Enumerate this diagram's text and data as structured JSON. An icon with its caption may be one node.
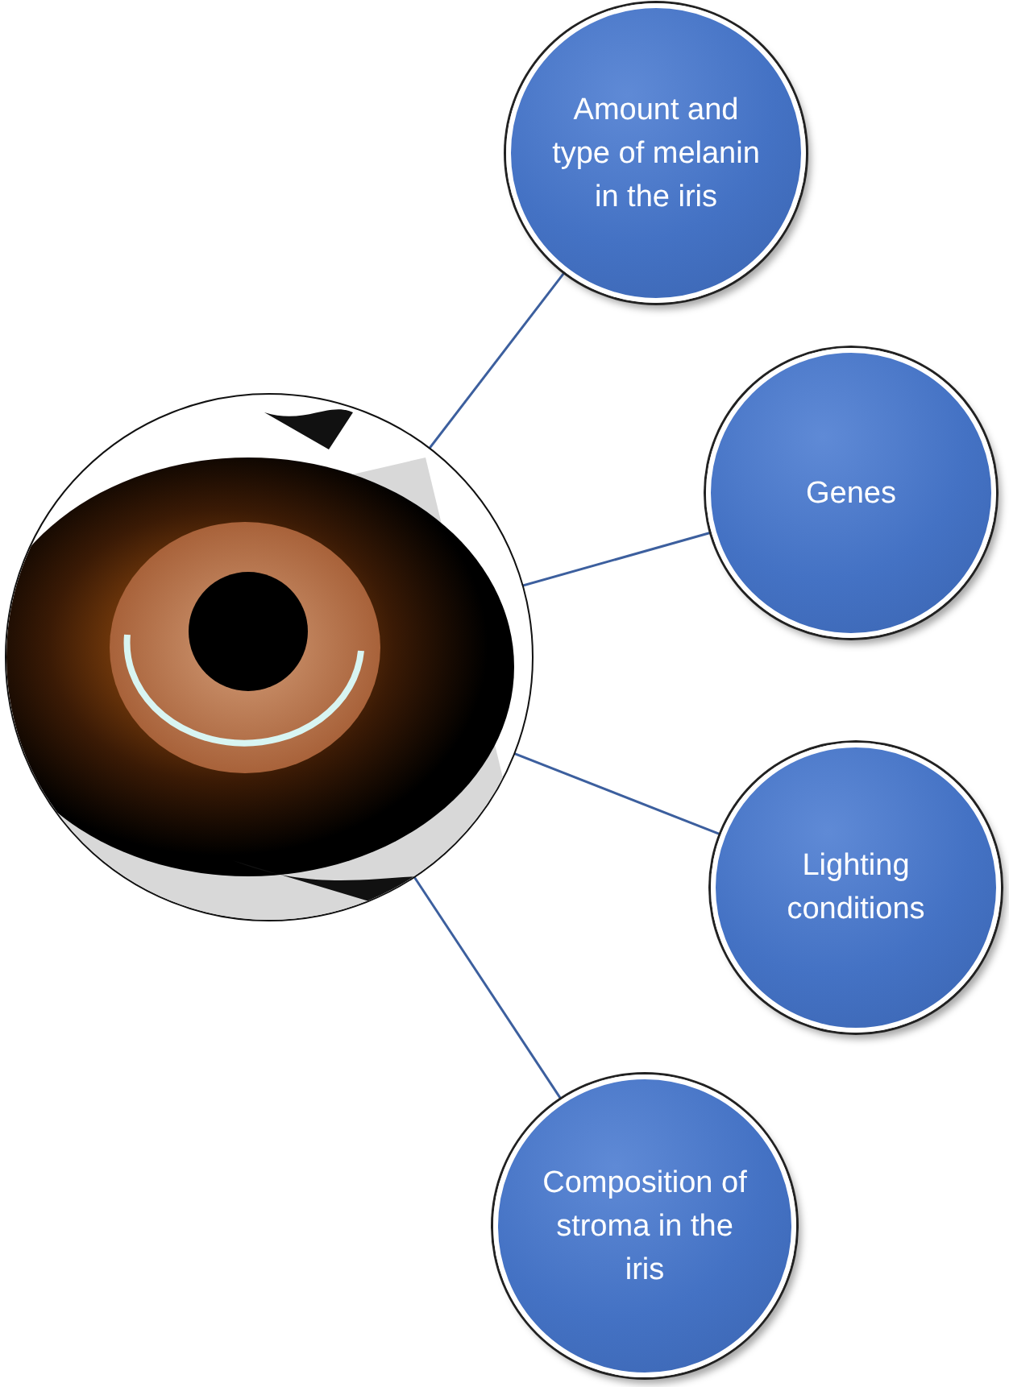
{
  "diagram": {
    "nodes": [
      {
        "text": [],
        "shape": "picture"
      },
      {
        "text": [
          "Amount and type of melanin in the iris"
        ]
      },
      {
        "text": [
          "Genes"
        ]
      },
      {
        "text": [
          "Lighting conditions"
        ]
      },
      {
        "text": [
          "Composition of stroma in the iris"
        ]
      }
    ],
    "edges": [
      {
        "from": 0,
        "to": 1,
        "arrow": "none"
      },
      {
        "from": 0,
        "to": 2,
        "arrow": "none"
      },
      {
        "from": 0,
        "to": 3,
        "arrow": "none"
      },
      {
        "from": 0,
        "to": 4,
        "arrow": "none"
      }
    ]
  }
}
